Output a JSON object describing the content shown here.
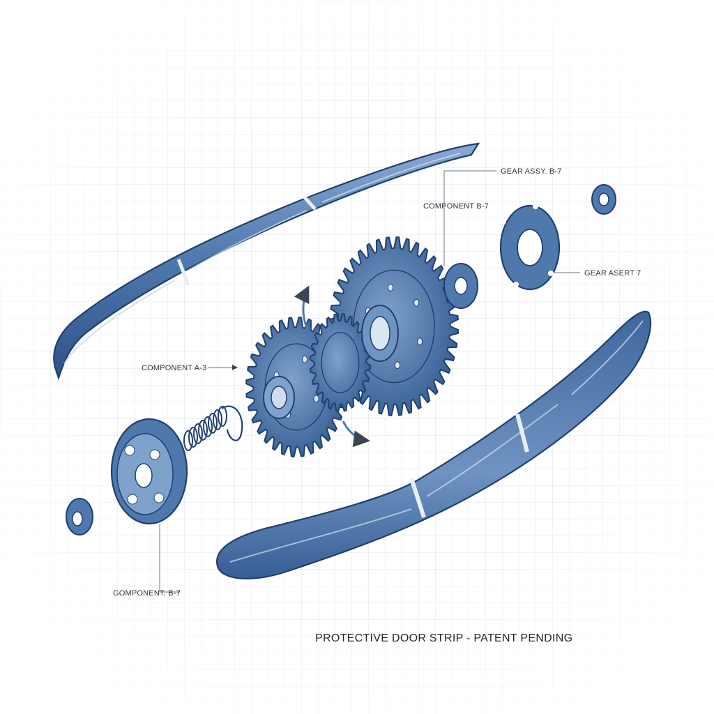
{
  "labels": {
    "gear_assy": "GEAR ASSY. B-7",
    "component_b7_top": "COMPONENT B-7",
    "gear_asert": "GEAR ASERT 7",
    "component_a3": "COMPONENT A-3",
    "component_b7_bottom": "GOMPONENT, B-7"
  },
  "caption": "PROTECTIVE DOOR STRIP - PATENT PENDING",
  "colors": {
    "part_fill": "#4f78ad",
    "part_light": "#7fa2cc",
    "part_dark": "#1f3f6e",
    "grid_line": "#d5dce6",
    "label_text": "#2b3440",
    "leader_line": "#6a7380"
  }
}
